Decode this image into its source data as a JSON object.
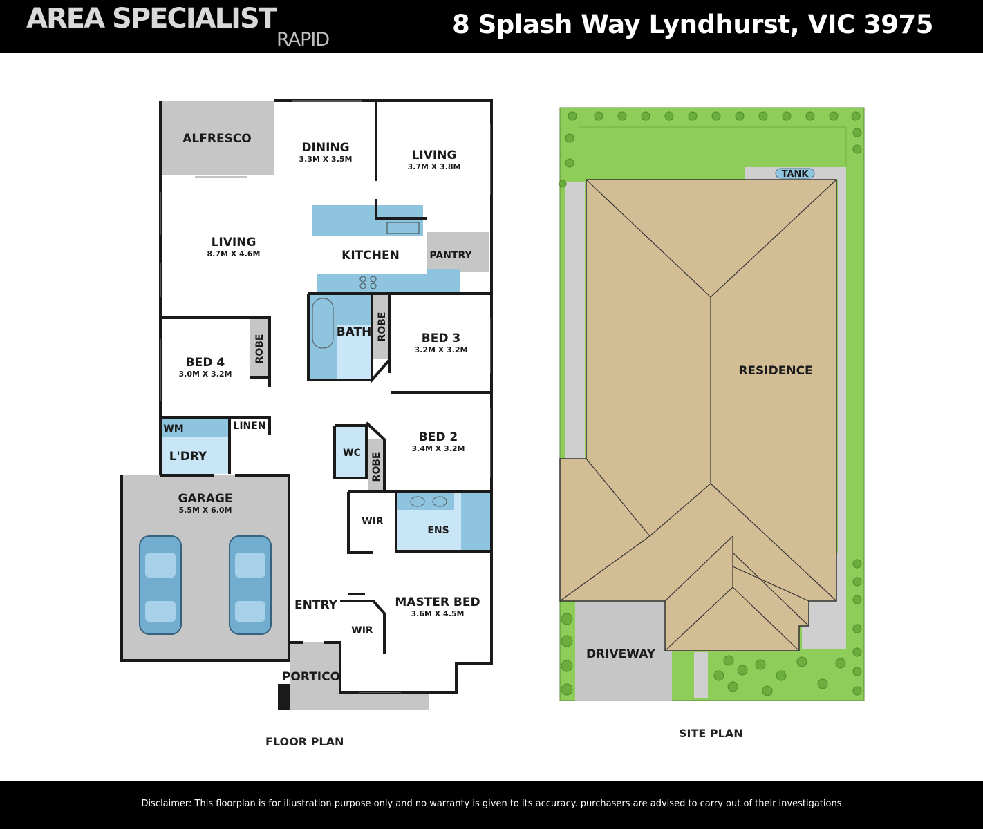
{
  "header": {
    "brand": "AREA SPECIALIST",
    "brand_sub": "RAPID",
    "address": "8 Splash Way Lyndhurst, VIC 3975"
  },
  "floor_plan": {
    "caption": "FLOOR PLAN",
    "rooms": {
      "alfresco": {
        "name": "ALFRESCO"
      },
      "dining": {
        "name": "DINING",
        "size": "3.3M X 3.5M"
      },
      "living_top": {
        "name": "LIVING",
        "size": "3.7M X 3.8M"
      },
      "living_main": {
        "name": "LIVING",
        "size": "8.7M X 4.6M"
      },
      "kitchen": {
        "name": "KITCHEN"
      },
      "pantry": {
        "name": "PANTRY"
      },
      "bath": {
        "name": "BATH"
      },
      "robe_bed3": {
        "name": "ROBE"
      },
      "bed3": {
        "name": "BED 3",
        "size": "3.2M X 3.2M"
      },
      "bed4": {
        "name": "BED 4",
        "size": "3.0M X 3.2M"
      },
      "robe_bed4": {
        "name": "ROBE"
      },
      "wm": {
        "name": "WM"
      },
      "linen": {
        "name": "LINEN"
      },
      "laundry": {
        "name": "L'DRY"
      },
      "bed2": {
        "name": "BED 2",
        "size": "3.4M X 3.2M"
      },
      "wc": {
        "name": "WC"
      },
      "robe_bed2": {
        "name": "ROBE"
      },
      "garage": {
        "name": "GARAGE",
        "size": "5.5M X 6.0M"
      },
      "wir_top": {
        "name": "WIR"
      },
      "ens": {
        "name": "ENS"
      },
      "entry": {
        "name": "ENTRY"
      },
      "master": {
        "name": "MASTER BED",
        "size": "3.6M X 4.5M"
      },
      "wir_master": {
        "name": "WIR"
      },
      "portico": {
        "name": "PORTICO"
      }
    }
  },
  "site_plan": {
    "caption": "SITE PLAN",
    "labels": {
      "tank": "TANK",
      "residence": "RESIDENCE",
      "driveway": "DRIVEWAY"
    }
  },
  "colors": {
    "wet_area": "#8ec4de",
    "garage": "#c6c6c6",
    "roof": "#d3bd95",
    "lawn": "#8fcd5a",
    "wall": "#1a1a1a"
  },
  "footer": {
    "disclaimer": "Disclaimer: This floorplan is for illustration purpose only and no warranty is given to its accuracy. purchasers are advised to carry out of their investigations"
  }
}
